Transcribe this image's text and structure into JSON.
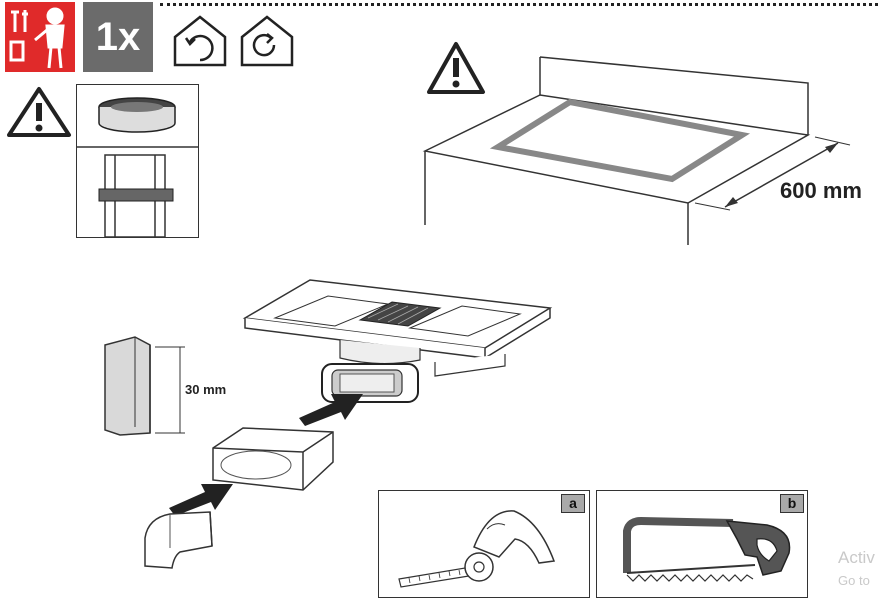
{
  "header": {
    "quantity_label": "1x"
  },
  "dimensions": {
    "cutout_depth": "600 mm",
    "duct_height": "30 mm"
  },
  "panels": {
    "tag_a": "a",
    "tag_b": "b"
  },
  "watermark": {
    "line1": "Activ",
    "line2": "Go to"
  },
  "colors": {
    "tool_icon_bg": "#e02a2a",
    "quantity_icon_bg": "#6b6b6b",
    "line": "#222222",
    "fill_grey": "#d9d9d9",
    "dark_grey": "#555555"
  }
}
